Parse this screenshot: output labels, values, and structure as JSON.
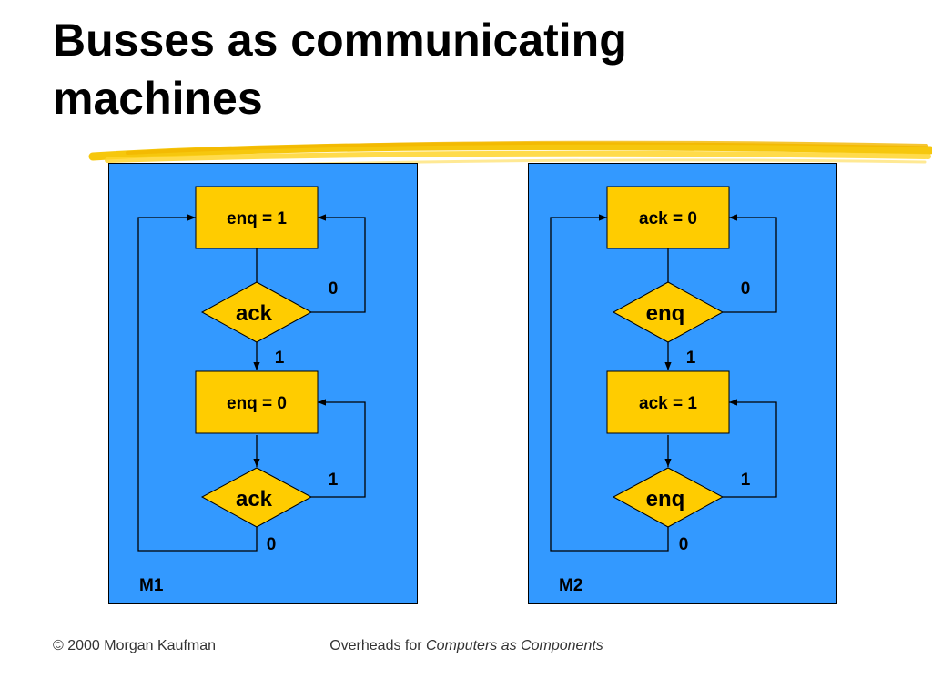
{
  "slide": {
    "title_line1": "Busses as communicating",
    "title_line2": "machines"
  },
  "colors": {
    "panel": "#3399ff",
    "box": "#ffcc00",
    "line": "#000000",
    "accent_stroke": "#f5c400"
  },
  "machines": [
    {
      "label": "M1",
      "state_top": "enq = 1",
      "decision_top": "ack",
      "decision_top_loop": "0",
      "decision_top_next": "1",
      "state_bottom": "enq = 0",
      "decision_bottom": "ack",
      "decision_bottom_loop": "1",
      "decision_bottom_next": "0"
    },
    {
      "label": "M2",
      "state_top": "ack = 0",
      "decision_top": "enq",
      "decision_top_loop": "0",
      "decision_top_next": "1",
      "state_bottom": "ack = 1",
      "decision_bottom": "enq",
      "decision_bottom_loop": "1",
      "decision_bottom_next": "0"
    }
  ],
  "footer": {
    "copyright": "© 2000 Morgan Kaufman",
    "overheads_prefix": "Overheads for ",
    "overheads_title": "Computers as Components"
  }
}
